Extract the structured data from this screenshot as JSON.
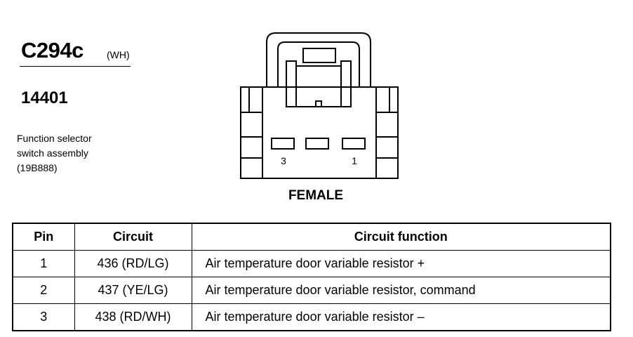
{
  "header": {
    "connector_id": "C294c",
    "connector_color": "(WH)",
    "part_number": "14401",
    "description_lines": [
      "Function selector",
      "switch assembly",
      "(19B888)"
    ]
  },
  "diagram": {
    "pin_labels": [
      "3",
      "1"
    ],
    "gender_label": "FEMALE"
  },
  "table": {
    "headers": [
      "Pin",
      "Circuit",
      "Circuit function"
    ],
    "rows": [
      {
        "pin": "1",
        "circuit": "436 (RD/LG)",
        "function": "Air temperature door variable resistor +"
      },
      {
        "pin": "2",
        "circuit": "437 (YE/LG)",
        "function": "Air temperature door variable resistor, command"
      },
      {
        "pin": "3",
        "circuit": "438 (RD/WH)",
        "function": "Air temperature door variable resistor –"
      }
    ]
  }
}
